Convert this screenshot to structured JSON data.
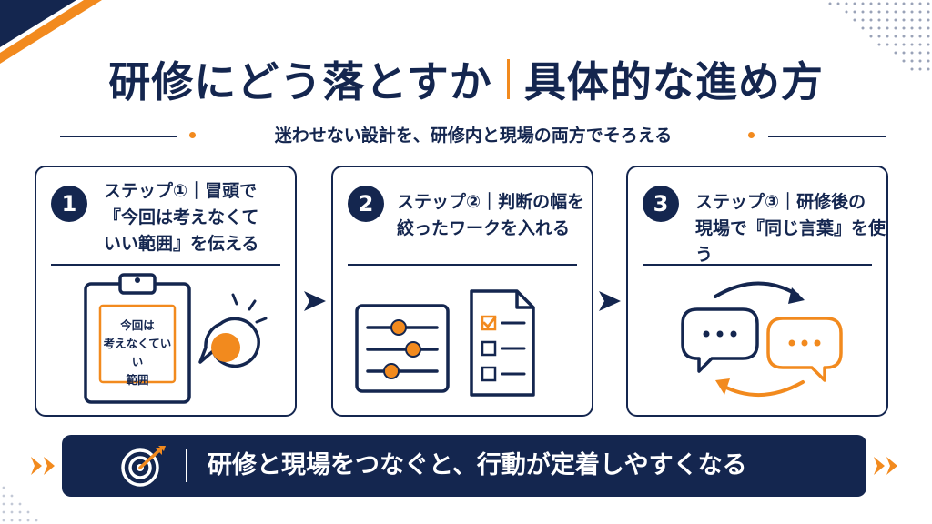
{
  "title": {
    "left": "研修にどう落とすか",
    "right": "具体的な進め方"
  },
  "subtitle": "迷わせない設計を、研修内と現場の両方でそろえる",
  "steps": [
    {
      "number": "1",
      "title": "ステップ①｜冒頭で\n『今回は考えなくて\nいい範囲』を伝える",
      "clipboard_text": "今回は\n考えなくていい\n範囲"
    },
    {
      "number": "2",
      "title": "ステップ②｜判断の幅を\n絞ったワークを入れる"
    },
    {
      "number": "3",
      "title": "ステップ③｜研修後の\n現場で『同じ言葉』を使う"
    }
  ],
  "banner": {
    "text": "研修と現場をつなぐと、行動が定着しやすくなる"
  },
  "colors": {
    "navy": "#14264f",
    "orange": "#f28a1e",
    "background": "#ffffff"
  },
  "icons": {
    "step1": "clipboard-icon",
    "step2": [
      "sliders-icon",
      "checklist-icon"
    ],
    "step3": "chat-bubbles-icon",
    "banner": "target-icon"
  }
}
